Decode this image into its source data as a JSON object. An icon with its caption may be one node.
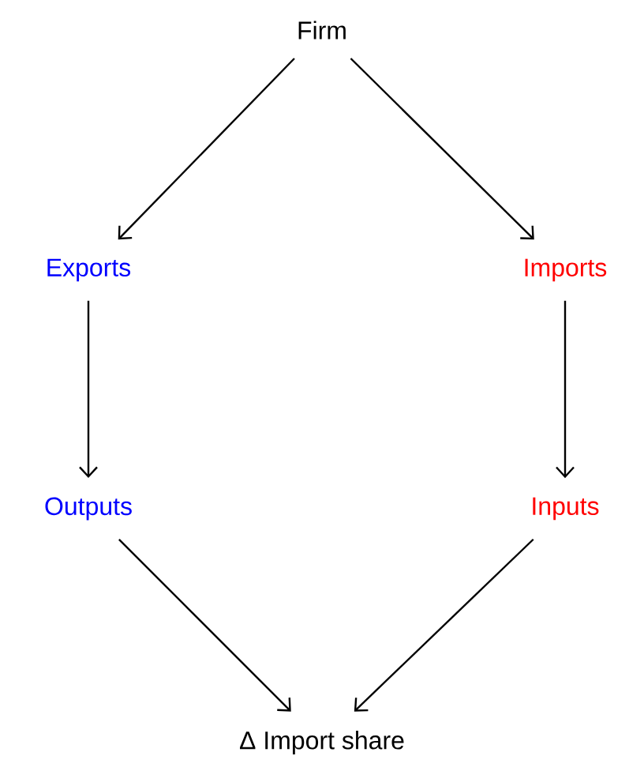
{
  "diagram": {
    "nodes": [
      {
        "text": [
          "Firm"
        ]
      },
      {
        "text": [
          "Exports"
        ]
      },
      {
        "text": [
          "Imports"
        ]
      },
      {
        "text": [
          "Outputs"
        ]
      },
      {
        "text": [
          "Inputs"
        ]
      },
      {
        "text": [
          "Δ Import share"
        ]
      }
    ],
    "edges": [
      {
        "from": 0,
        "to": 1,
        "arrow": "to"
      },
      {
        "from": 0,
        "to": 2,
        "arrow": "to"
      },
      {
        "from": 1,
        "to": 3,
        "arrow": "to"
      },
      {
        "from": 2,
        "to": 4,
        "arrow": "to"
      },
      {
        "from": 3,
        "to": 5,
        "arrow": "to"
      },
      {
        "from": 4,
        "to": 5,
        "arrow": "to"
      }
    ]
  }
}
